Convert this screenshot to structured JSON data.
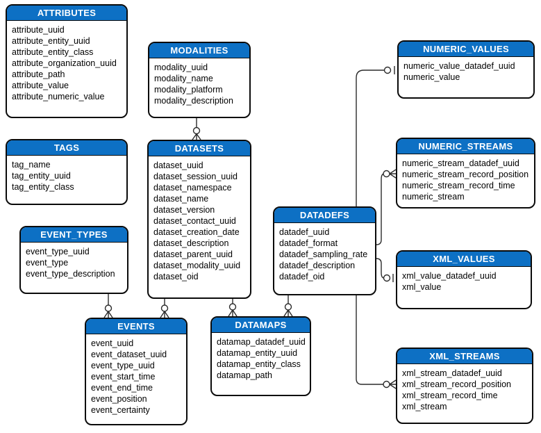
{
  "diagram": {
    "accent_color": "#0d70c4",
    "line_color": "#2b2b2b",
    "tables": {
      "attributes": {
        "title": "ATTRIBUTES",
        "fields": [
          "attribute_uuid",
          "attribute_entity_uuid",
          "attribute_entity_class",
          "attribute_organization_uuid",
          "attribute_path",
          "attribute_value",
          "attribute_numeric_value"
        ]
      },
      "tags": {
        "title": "TAGS",
        "fields": [
          "tag_name",
          "tag_entity_uuid",
          "tag_entity_class"
        ]
      },
      "event_types": {
        "title": "EVENT_TYPES",
        "fields": [
          "event_type_uuid",
          "event_type",
          "event_type_description"
        ]
      },
      "modalities": {
        "title": "MODALITIES",
        "fields": [
          "modality_uuid",
          "modality_name",
          "modality_platform",
          "modality_description"
        ]
      },
      "datasets": {
        "title": "DATASETS",
        "fields": [
          "dataset_uuid",
          "dataset_session_uuid",
          "dataset_namespace",
          "dataset_name",
          "dataset_version",
          "dataset_contact_uuid",
          "dataset_creation_date",
          "dataset_description",
          "dataset_parent_uuid",
          "dataset_modality_uuid",
          "dataset_oid"
        ]
      },
      "events": {
        "title": "EVENTS",
        "fields": [
          "event_uuid",
          "event_dataset_uuid",
          "event_type_uuid",
          "event_start_time",
          "event_end_time",
          "event_position",
          "event_certainty"
        ]
      },
      "datamaps": {
        "title": "DATAMAPS",
        "fields": [
          "datamap_datadef_uuid",
          "datamap_entity_uuid",
          "datamap_entity_class",
          "datamap_path"
        ]
      },
      "datadefs": {
        "title": "DATADEFS",
        "fields": [
          "datadef_uuid",
          "datadef_format",
          "datadef_sampling_rate",
          "datadef_description",
          "datadef_oid"
        ]
      },
      "numeric_values": {
        "title": "NUMERIC_VALUES",
        "fields": [
          "numeric_value_datadef_uuid",
          "numeric_value"
        ]
      },
      "numeric_streams": {
        "title": "NUMERIC_STREAMS",
        "fields": [
          "numeric_stream_datadef_uuid",
          "numeric_stream_record_position",
          "numeric_stream_record_time",
          "numeric_stream"
        ]
      },
      "xml_values": {
        "title": "XML_VALUES",
        "fields": [
          "xml_value_datadef_uuid",
          "xml_value"
        ]
      },
      "xml_streams": {
        "title": "XML_STREAMS",
        "fields": [
          "xml_stream_datadef_uuid",
          "xml_stream_record_position",
          "xml_stream_record_time",
          "xml_stream"
        ]
      }
    },
    "relationships": [
      {
        "from": "MODALITIES",
        "to": "DATASETS",
        "cardinality_at_child": "zero-or-many"
      },
      {
        "from": "EVENT_TYPES",
        "to": "EVENTS",
        "cardinality_at_child": "zero-or-many"
      },
      {
        "from": "DATASETS",
        "to": "EVENTS",
        "cardinality_at_child": "zero-or-many"
      },
      {
        "from": "DATASETS",
        "to": "DATAMAPS",
        "cardinality_at_child": "zero-or-many"
      },
      {
        "from": "DATADEFS",
        "to": "DATAMAPS",
        "cardinality_at_child": "zero-or-many"
      },
      {
        "from": "DATADEFS",
        "to": "NUMERIC_VALUES",
        "cardinality_at_child": "zero-or-one"
      },
      {
        "from": "DATADEFS",
        "to": "NUMERIC_STREAMS",
        "cardinality_at_child": "zero-or-many"
      },
      {
        "from": "DATADEFS",
        "to": "XML_VALUES",
        "cardinality_at_child": "zero-or-one"
      },
      {
        "from": "DATADEFS",
        "to": "XML_STREAMS",
        "cardinality_at_child": "zero-or-many"
      }
    ]
  }
}
